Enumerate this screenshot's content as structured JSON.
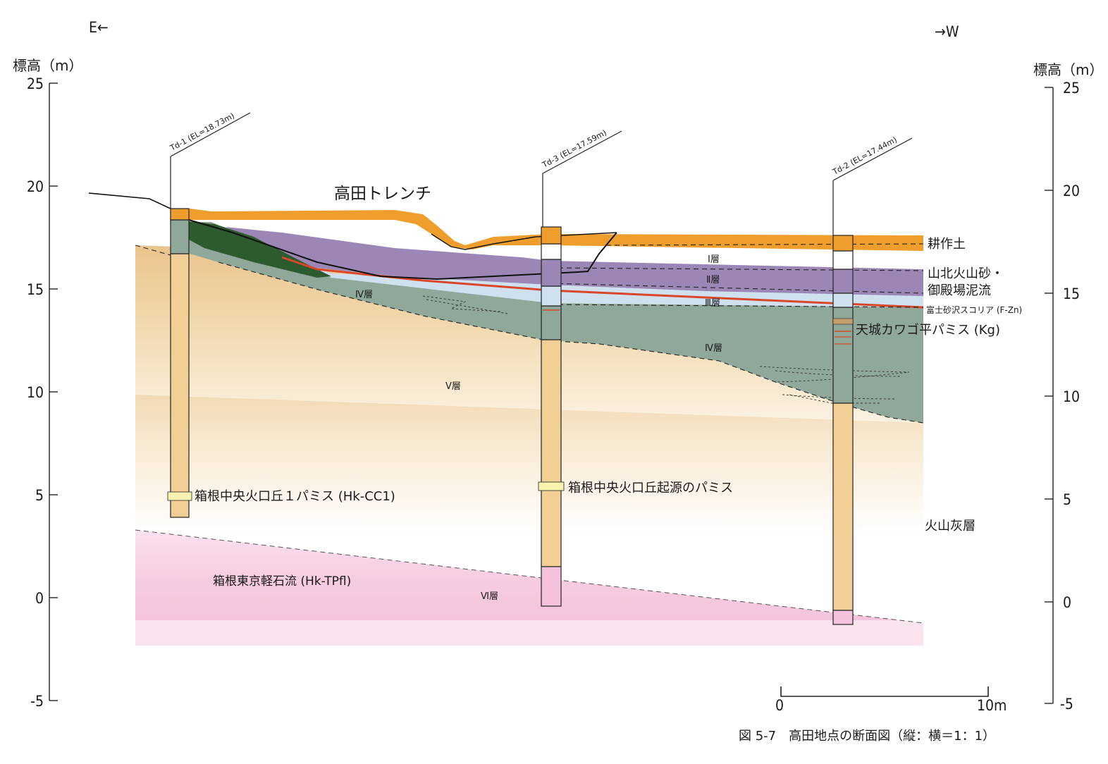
{
  "direction": {
    "east": "E←",
    "west": "→W"
  },
  "axis": {
    "label": "標高（m）",
    "ticks": [
      "25",
      "20",
      "15",
      "10",
      "5",
      "0",
      "-5"
    ]
  },
  "boreholes": {
    "td1": "Td-1 (EL=18.73m)",
    "td3": "Td-3 (EL=17.59m)",
    "td2": "Td-2 (EL=17.44m)"
  },
  "trench_label": "高田トレンチ",
  "layer_labels": {
    "l1": "Ⅰ層",
    "l2": "Ⅱ層",
    "l3": "Ⅲ層",
    "l4a": "Ⅳ層",
    "l4b": "Ⅳ層",
    "l5": "Ⅴ層",
    "l6": "Ⅵ層"
  },
  "legend": {
    "kosakudo": "耕作土",
    "sanpoku1": "山北火山砂・",
    "sanpoku2": "御殿場泥流",
    "fuji": "富士砂沢スコリア (F-Zn)",
    "amagi": "天城カワゴ平パミス (Kg)",
    "kazanbai": "火山灰層"
  },
  "annotations": {
    "hkcc1": "箱根中央火口丘１パミス (Hk-CC1)",
    "hakone_origin": "箱根中央火口丘起源のパミス",
    "hktpfl": "箱根東京軽石流 (Hk-TPfl)"
  },
  "scale_bar": {
    "start": "0",
    "end": "10m"
  },
  "caption": "図 5-7　高田地点の断面図（縦：横＝1：1）",
  "colors": {
    "topsoil": "#ef9e2e",
    "layer1": "#ffffff",
    "layer2": "#9c86b6",
    "layer3": "#cfe1ef",
    "scoria": "#d9472b",
    "layer4": "#8fa899",
    "layer5": "#efc98e",
    "layer6": "#f4c2dc",
    "dark_green": "#2d5a2e"
  }
}
